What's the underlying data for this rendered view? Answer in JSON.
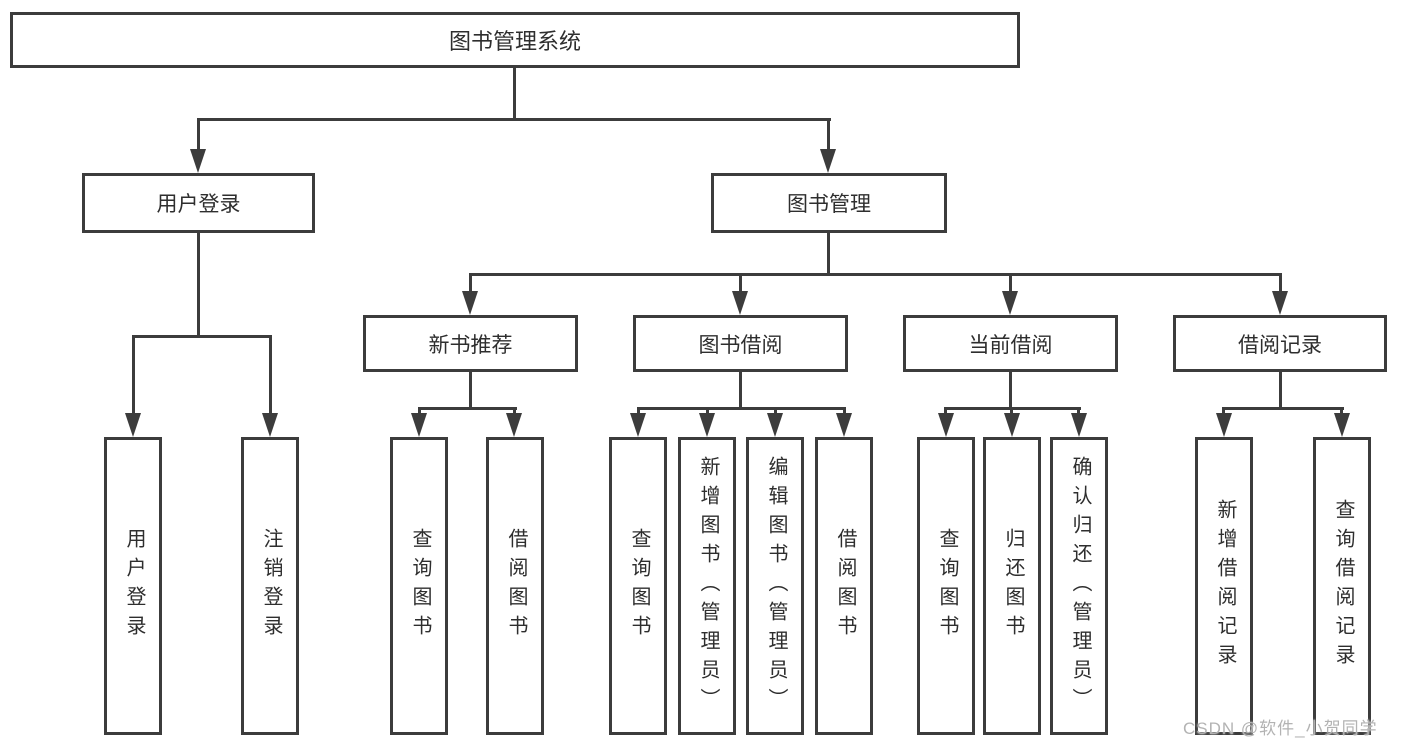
{
  "colors": {
    "line": "#3c3c3c",
    "text": "#2e2e2e",
    "background": "#ffffff",
    "watermark": "#b3b3b3"
  },
  "watermark": {
    "text": "CSDN @软件_小贺同学"
  },
  "diagram": {
    "root": {
      "label": "图书管理系统"
    },
    "level2": [
      {
        "label": "用户登录"
      },
      {
        "label": "图书管理"
      }
    ],
    "level3": [
      {
        "label": "新书推荐"
      },
      {
        "label": "图书借阅"
      },
      {
        "label": "当前借阅"
      },
      {
        "label": "借阅记录"
      }
    ],
    "leaves": {
      "user_login": [
        {
          "label": "用户登录"
        },
        {
          "label": "注销登录"
        }
      ],
      "new_book_recommend": [
        {
          "label": "查询图书"
        },
        {
          "label": "借阅图书"
        }
      ],
      "book_borrow": [
        {
          "label": "查询图书"
        },
        {
          "label": "新增图书（管理员）"
        },
        {
          "label": "编辑图书（管理员）"
        },
        {
          "label": "借阅图书"
        }
      ],
      "current_borrow": [
        {
          "label": "查询图书"
        },
        {
          "label": "归还图书"
        },
        {
          "label": "确认归还（管理员）"
        }
      ],
      "borrow_records": [
        {
          "label": "新增借阅记录"
        },
        {
          "label": "查询借阅记录"
        }
      ]
    }
  }
}
